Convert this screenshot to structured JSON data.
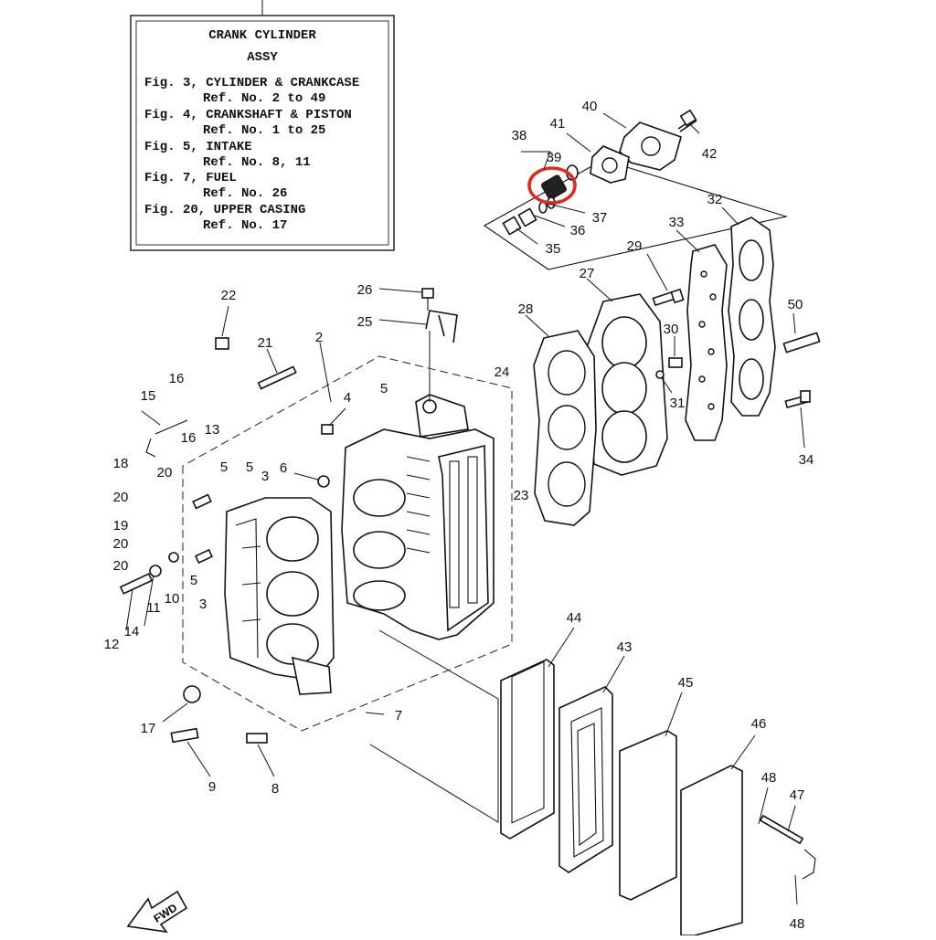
{
  "legend": {
    "title_line1": "CRANK CYLINDER",
    "title_line2": "ASSY",
    "lines": [
      "Fig. 3, CYLINDER & CRANKCASE",
      "Ref. No. 2 to 49",
      "Fig. 4, CRANKSHAFT & PISTON",
      "Ref. No. 1 to 25",
      "Fig. 5, INTAKE",
      "Ref. No. 8, 11",
      "Fig. 7, FUEL",
      "Ref. No. 26",
      "Fig. 20, UPPER CASING",
      "Ref. No. 17"
    ]
  },
  "fwd_label": "FWD",
  "highlight_color": "#e02a1f",
  "callouts": [
    "2",
    "3",
    "3",
    "4",
    "5",
    "5",
    "5",
    "5",
    "6",
    "7",
    "8",
    "9",
    "10",
    "11",
    "12",
    "13",
    "14",
    "15",
    "16",
    "16",
    "17",
    "18",
    "19",
    "20",
    "20",
    "20",
    "20",
    "21",
    "22",
    "23",
    "24",
    "25",
    "26",
    "27",
    "28",
    "29",
    "30",
    "31",
    "32",
    "33",
    "34",
    "35",
    "36",
    "37",
    "38",
    "39",
    "40",
    "41",
    "42",
    "43",
    "44",
    "45",
    "46",
    "47",
    "48",
    "48",
    "50"
  ]
}
